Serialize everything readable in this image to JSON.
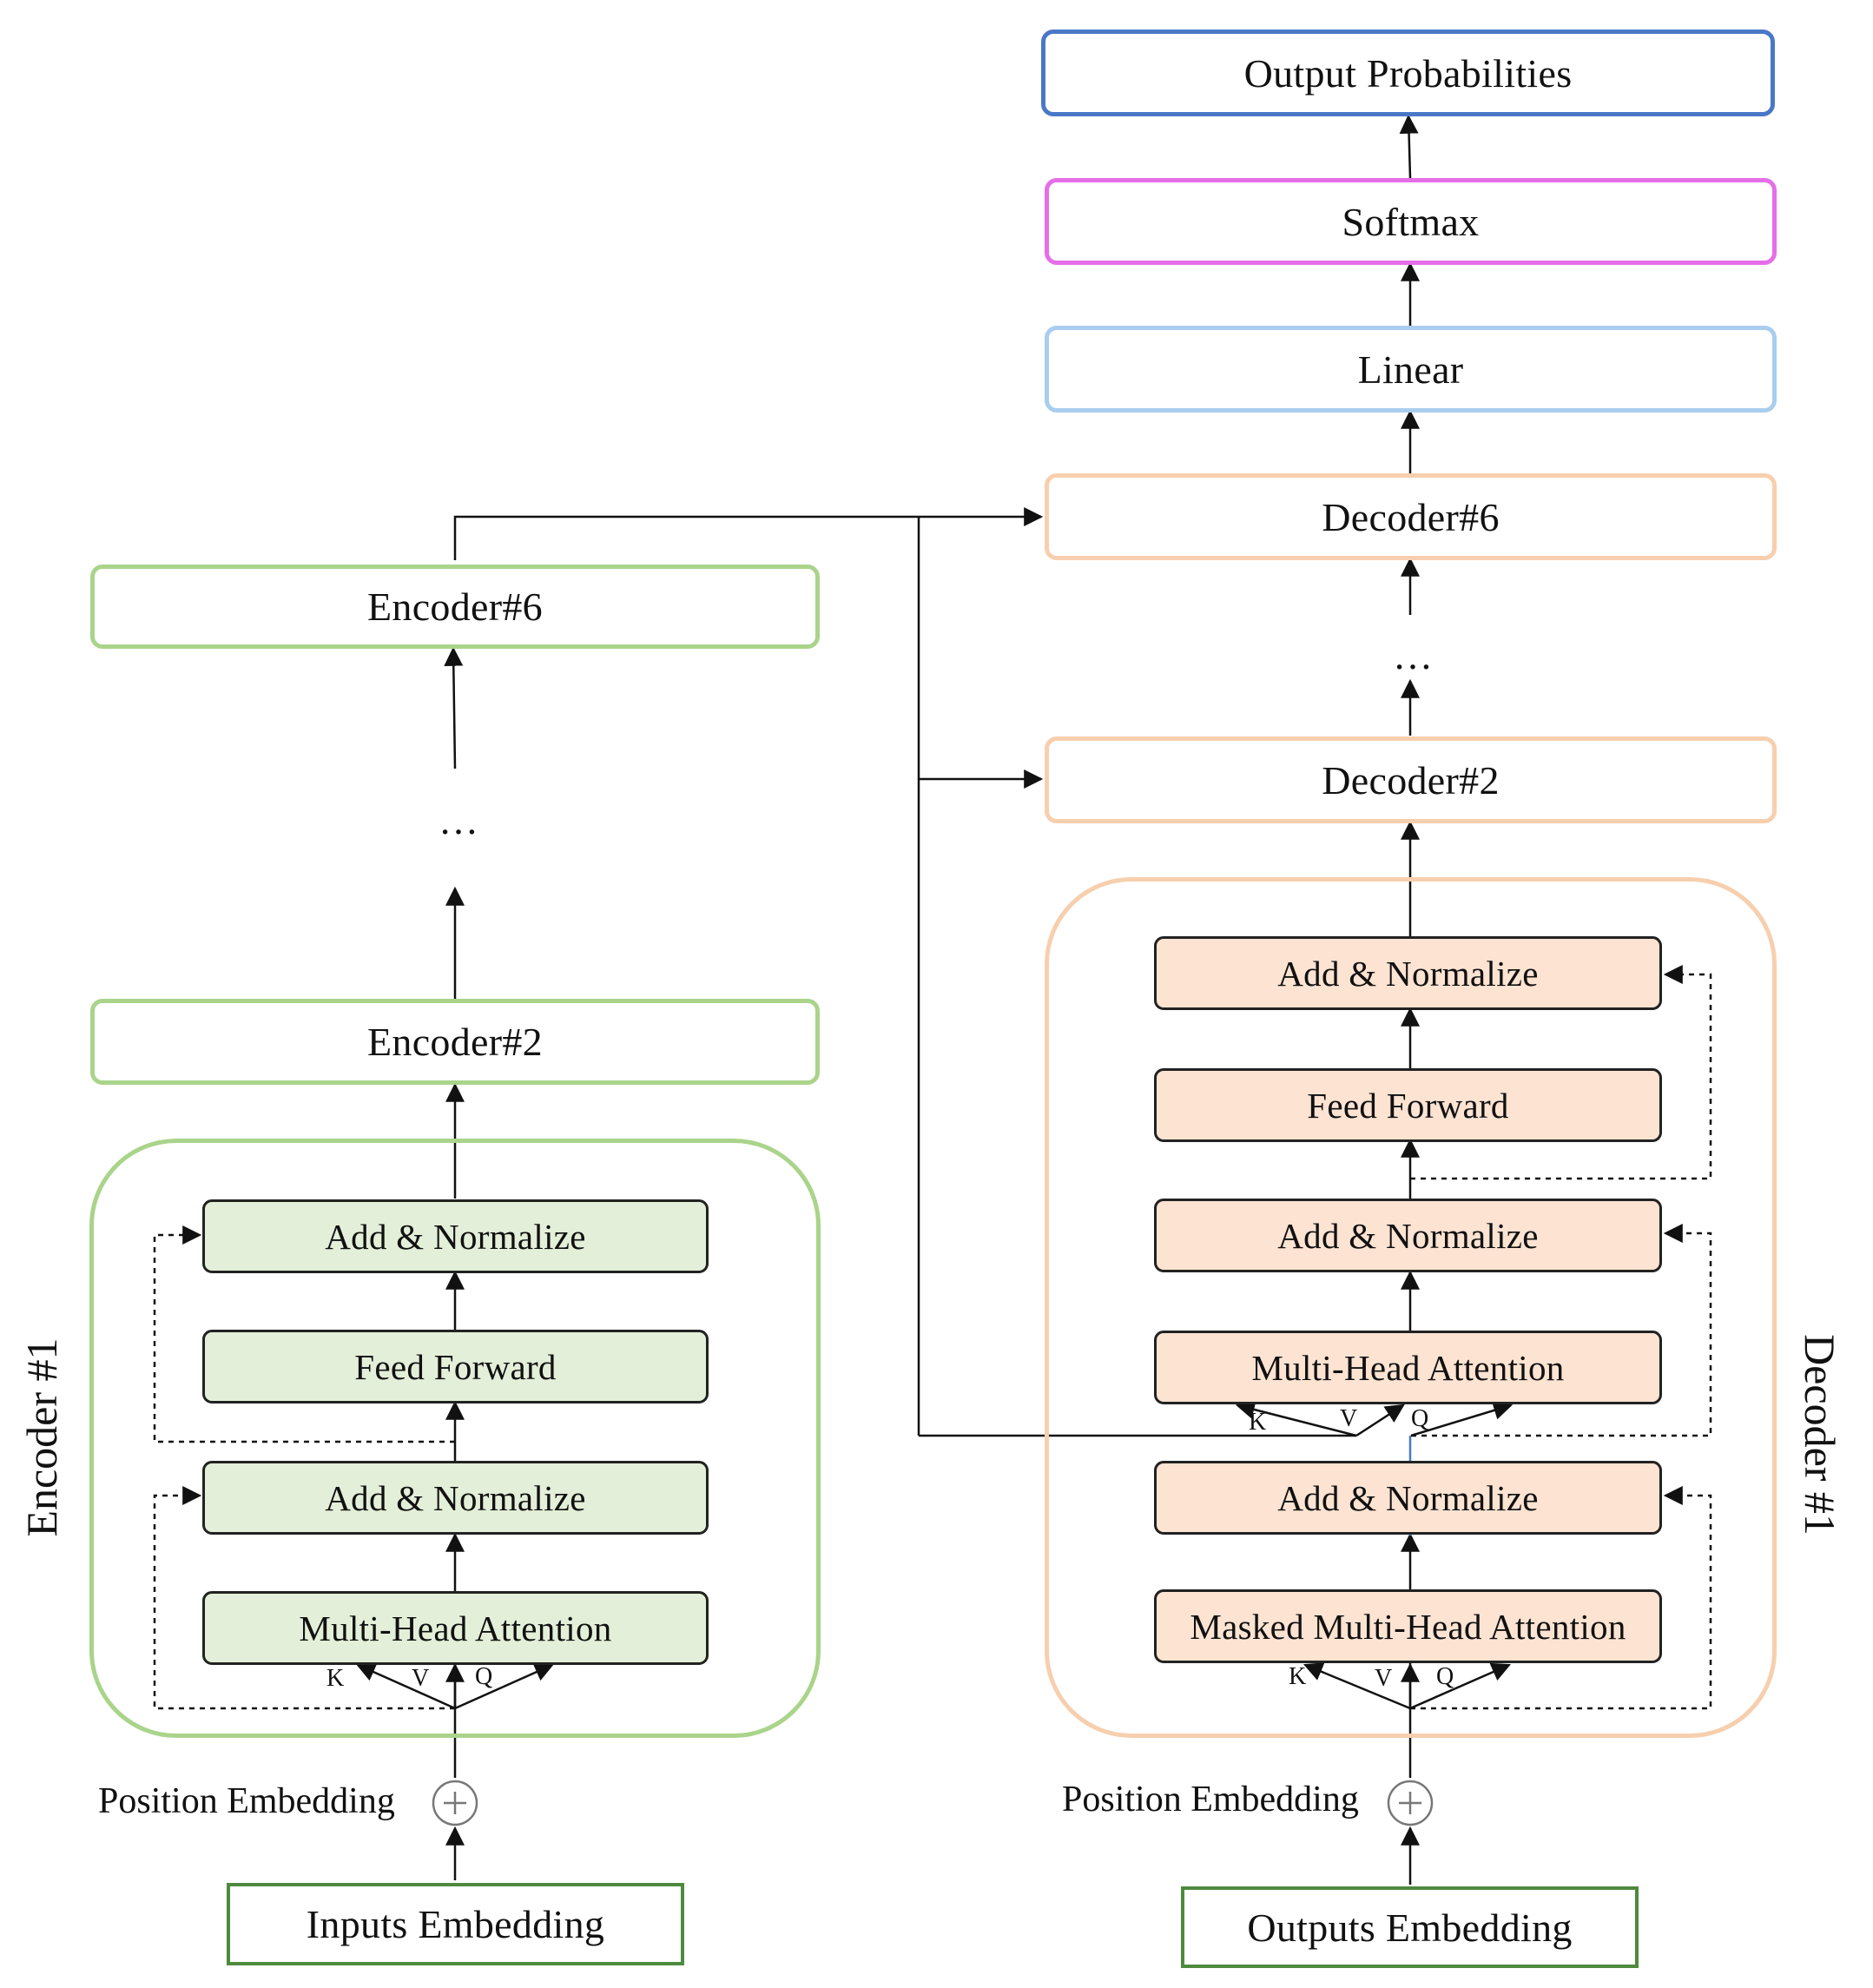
{
  "colors": {
    "encoder_border": "#a9d48a",
    "encoder_fill": "#e3efd8",
    "decoder_border": "#f7cfae",
    "decoder_fill": "#fce3d2",
    "linear_border": "#a9cdee",
    "softmax_border": "#e56ee8",
    "output_border": "#4a78c8",
    "embed_border": "#4e8a3e"
  },
  "encoder": {
    "title": "Encoder #1",
    "top_blocks": [
      "Encoder#6",
      "Encoder#2"
    ],
    "ellipsis": "…",
    "layers": {
      "add_norm_top": "Add & Normalize",
      "feed_forward": "Feed Forward",
      "add_norm_bottom": "Add & Normalize",
      "attention": "Multi-Head Attention"
    },
    "kvq": [
      "K",
      "V",
      "Q"
    ],
    "position_embedding": "Position Embedding",
    "input": "Inputs Embedding"
  },
  "decoder": {
    "title": "Decoder #1",
    "head": {
      "output": "Output Probabilities",
      "softmax": "Softmax",
      "linear": "Linear"
    },
    "top_blocks": [
      "Decoder#6",
      "Decoder#2"
    ],
    "ellipsis": "…",
    "layers": {
      "add_norm_3": "Add & Normalize",
      "feed_forward": "Feed Forward",
      "add_norm_2": "Add & Normalize",
      "cross_attention": "Multi-Head Attention",
      "add_norm_1": "Add & Normalize",
      "masked_attention": "Masked Multi-Head Attention"
    },
    "kvq": [
      "K",
      "V",
      "Q"
    ],
    "position_embedding": "Position Embedding",
    "input": "Outputs Embedding"
  }
}
